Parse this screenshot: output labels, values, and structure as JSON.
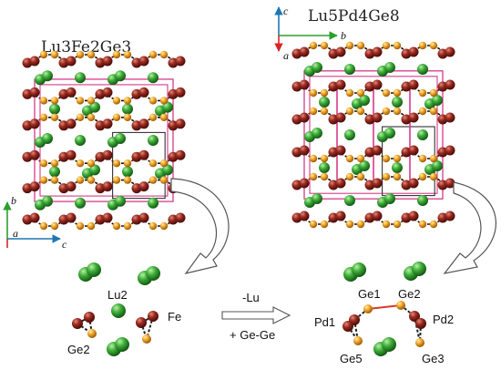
{
  "left_structure": {
    "title": "Lu3Fe2Ge3"
  },
  "right_structure": {
    "title": "Lu5Pd4Ge8"
  },
  "left_axes": {
    "vertical": "b",
    "horizontal": "c",
    "diagonal": "a"
  },
  "right_axes": {
    "vertical": "c",
    "horizontal": "b",
    "diagonal": "a"
  },
  "left_fragment": {
    "lu_label": "Lu2",
    "fe_label": "Fe",
    "ge_label": "Ge2"
  },
  "right_fragment": {
    "ge1": "Ge1",
    "ge2": "Ge2",
    "pd1": "Pd1",
    "pd2": "Pd2",
    "ge5": "Ge5",
    "ge3": "Ge3"
  },
  "transformation": {
    "minus": "-Lu",
    "plus": "+ Ge-Ge"
  },
  "colors": {
    "lu": "#2f9a2f",
    "fe_pd": "#8b1a1a",
    "ge": "#e8a020",
    "cell": "#d63a8a",
    "axis_b": "#2ca02c",
    "axis_c": "#1f77b4",
    "axis_a": "#d62728"
  }
}
